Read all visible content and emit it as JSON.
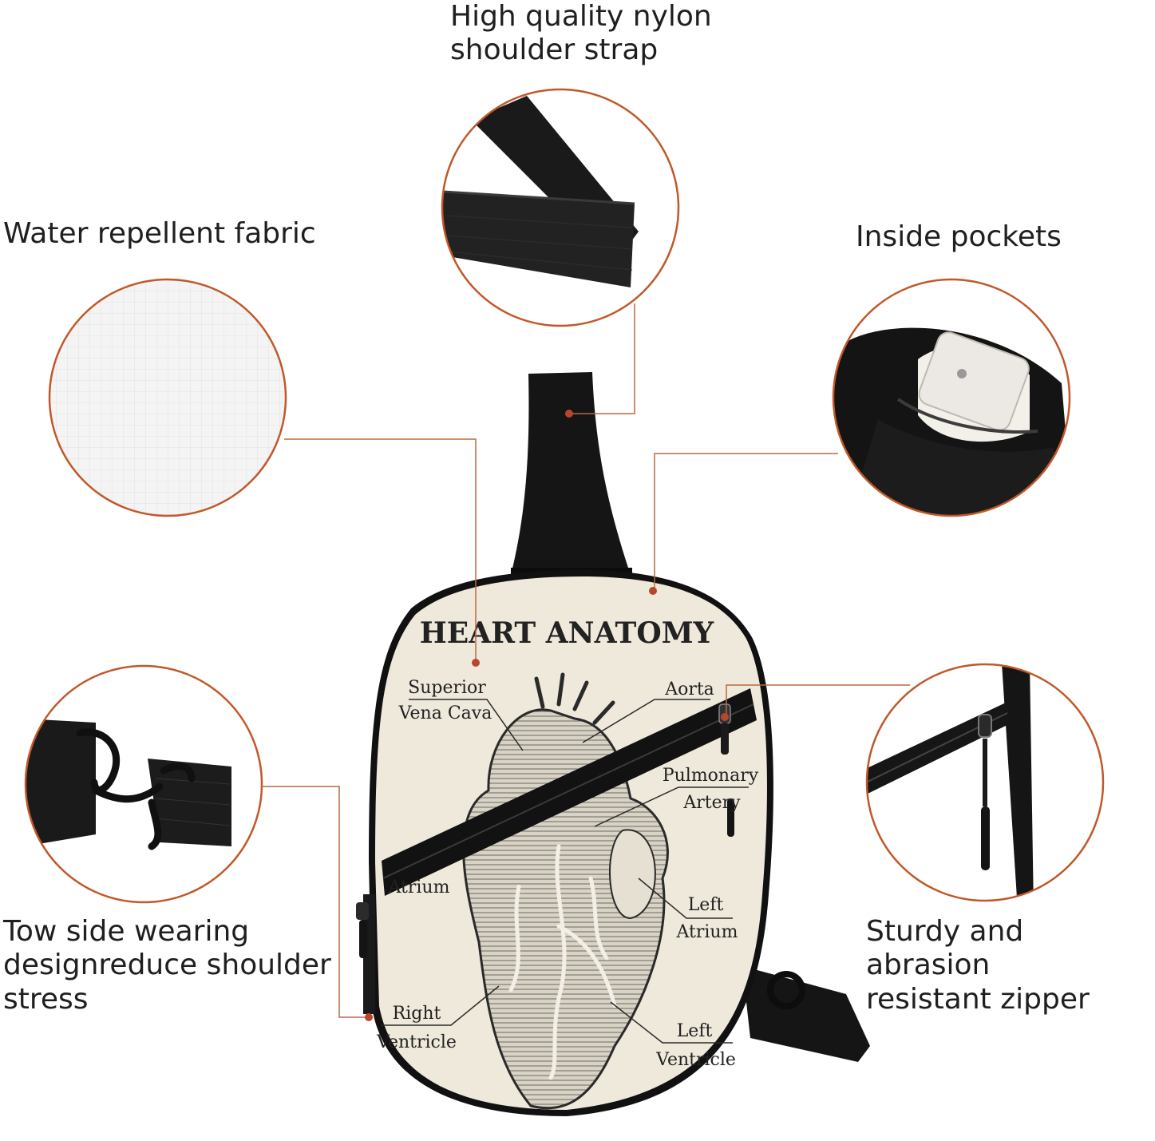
{
  "features": {
    "strap": "High quality nylon\nshoulder strap",
    "fabric": "Water repellent fabric",
    "pockets": "Inside pockets",
    "wearing": "Tow side wearing\ndesignreduce shoulder\nstress",
    "zipper": "Sturdy and abrasion\nresistant zipper"
  },
  "print": {
    "title": "HEART ANATOMY",
    "labels": {
      "superior_1": "Superior",
      "superior_2": "Vena Cava",
      "aorta": "Aorta",
      "pulmonary_1": "Pulmonary",
      "pulmonary_2": "Artery",
      "atrium": "Atrium",
      "left_atrium_1": "Left",
      "left_atrium_2": "Atrium",
      "right_ventricle_1": "Right",
      "right_ventricle_2": "Ventricle",
      "left_ventricle_1": "Left",
      "left_ventricle_2": "Ventricle"
    }
  },
  "colors": {
    "accent": "#c0592a",
    "bag_black": "#141414",
    "print_background": "#efe9dc"
  },
  "icons": [
    "strap-detail",
    "fabric-texture",
    "inside-pocket",
    "adjuster-buckle",
    "zipper-pull"
  ]
}
